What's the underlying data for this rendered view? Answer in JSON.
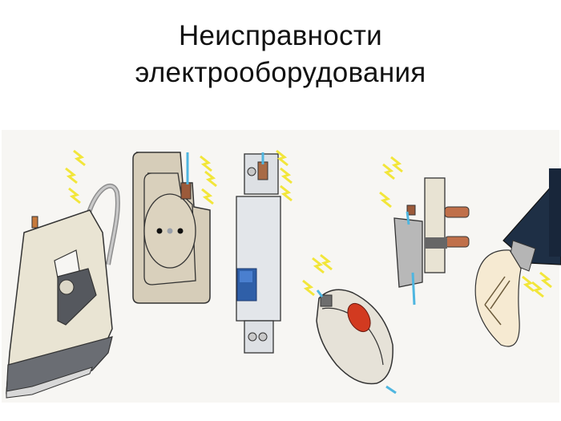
{
  "slide": {
    "title_line1": "Неисправности",
    "title_line2": "электрооборудования"
  },
  "illustration": {
    "items": [
      {
        "name": "iron",
        "description": "Electric iron with sparking power cord entry"
      },
      {
        "name": "socket",
        "description": "Wall socket with sparking terminal"
      },
      {
        "name": "circuit-breaker",
        "description": "DIN-rail circuit breaker with blue lever, sparking top terminal"
      },
      {
        "name": "cord-switch",
        "description": "Inline cord switch with red button, sparking wire"
      },
      {
        "name": "plug",
        "description": "Electrical plug with copper pins, sparking terminal"
      },
      {
        "name": "lamp",
        "description": "Light bulb in dark lamp holder, sparking"
      }
    ],
    "colors": {
      "spark": "#f2e63a",
      "wire": "#4fb6e0",
      "copper": "#c0704a",
      "beige": "#e6e0cf",
      "breaker_lever": "#2f5fa8",
      "switch_button": "#d23a20",
      "lamp_holder": "#1e2f45"
    }
  }
}
